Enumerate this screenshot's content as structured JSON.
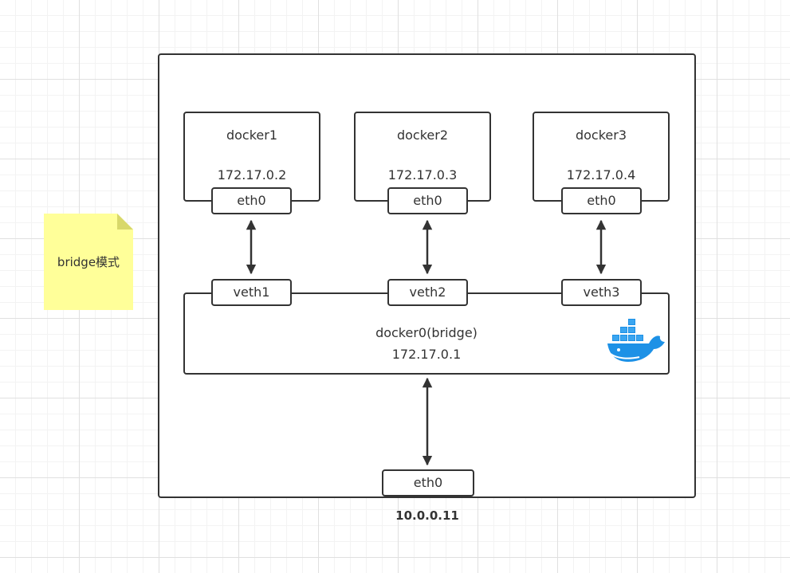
{
  "note": {
    "label": "bridge模式"
  },
  "host": {
    "ip": "10.0.0.11",
    "eth_label": "eth0"
  },
  "containers": [
    {
      "name": "docker1",
      "ip": "172.17.0.2",
      "eth": "eth0",
      "veth": "veth1"
    },
    {
      "name": "docker2",
      "ip": "172.17.0.3",
      "eth": "eth0",
      "veth": "veth2"
    },
    {
      "name": "docker3",
      "ip": "172.17.0.4",
      "eth": "eth0",
      "veth": "veth3"
    }
  ],
  "bridge": {
    "name": "docker0(bridge)",
    "ip": "172.17.0.1",
    "icon": "docker-whale-icon"
  },
  "colors": {
    "line": "#333333",
    "note": "#ffff99",
    "docker_blue": "#1d91e6"
  }
}
